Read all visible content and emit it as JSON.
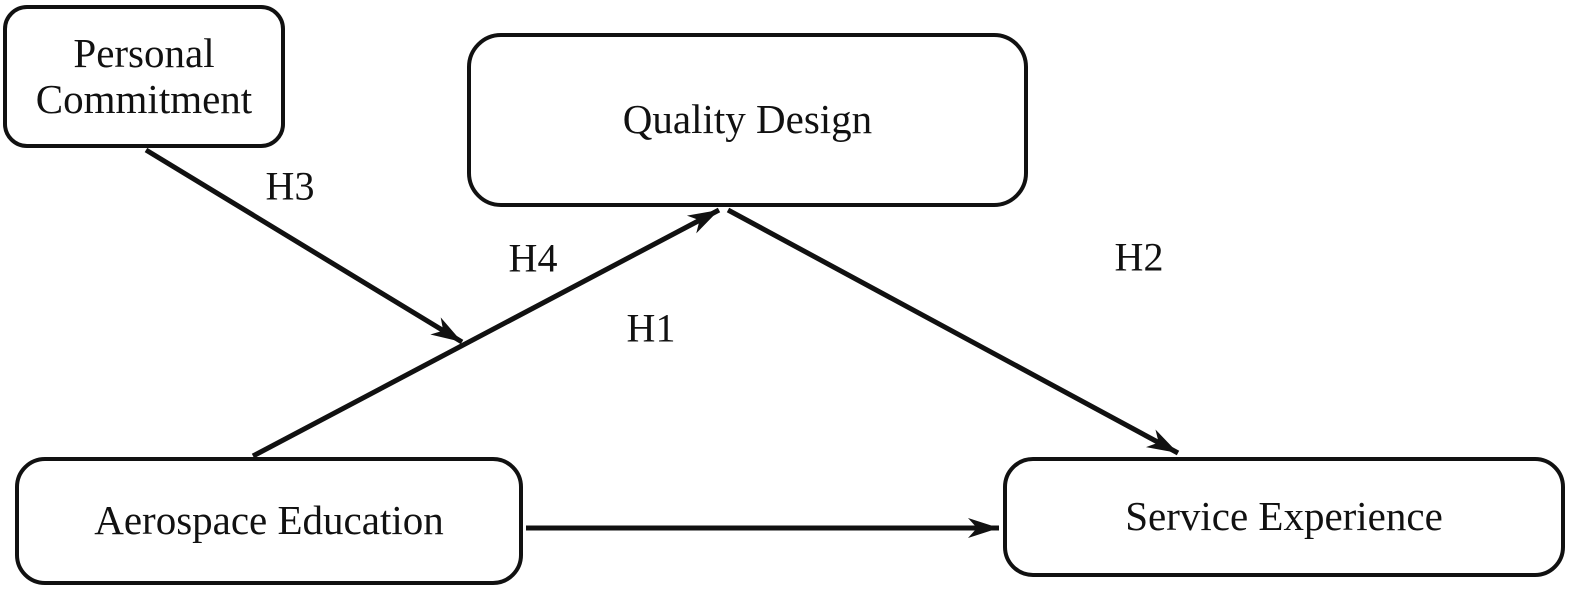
{
  "diagram": {
    "type": "hypothesis-model",
    "colors": {
      "background": "#ffffff",
      "line": "#111111",
      "text": "#111111"
    },
    "nodes": [
      {
        "id": "personal-commitment",
        "label": "Personal Commitment"
      },
      {
        "id": "quality-design",
        "label": "Quality Design"
      },
      {
        "id": "aerospace-education",
        "label": "Aerospace Education"
      },
      {
        "id": "service-experience",
        "label": "Service Experience"
      }
    ],
    "edges": [
      {
        "id": "H1",
        "label": "H1",
        "from": "Aerospace Education",
        "to": "Service Experience"
      },
      {
        "id": "H2",
        "label": "H2",
        "from": "Quality Design",
        "to": "Service Experience"
      },
      {
        "id": "H3",
        "label": "H3",
        "from": "Personal Commitment",
        "to": "Aerospace Education → Quality Design path"
      },
      {
        "id": "H4",
        "label": "H4",
        "from": "Aerospace Education",
        "to": "Quality Design"
      }
    ]
  }
}
